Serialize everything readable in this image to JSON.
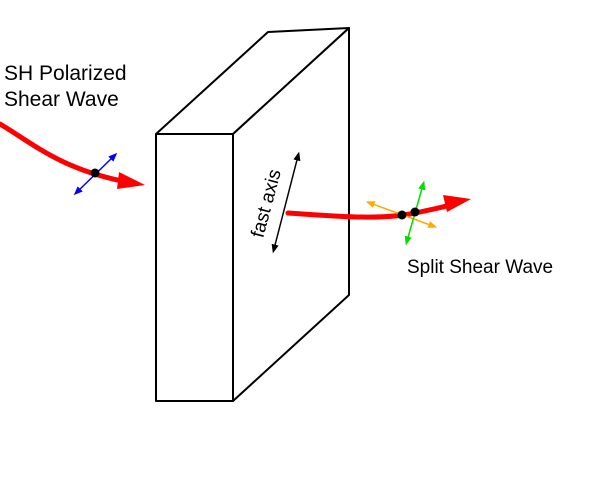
{
  "labels": {
    "incoming_line1": "SH Polarized",
    "incoming_line2": "Shear Wave",
    "fast_axis": "fast axis",
    "outgoing": "Split Shear Wave"
  },
  "colors": {
    "wave": "#ff0000",
    "sh_polarization": "#0000ff",
    "fast_polarization": "#00dd00",
    "slow_polarization": "#ffaa00",
    "outline": "#000000",
    "background": "#ffffff"
  }
}
